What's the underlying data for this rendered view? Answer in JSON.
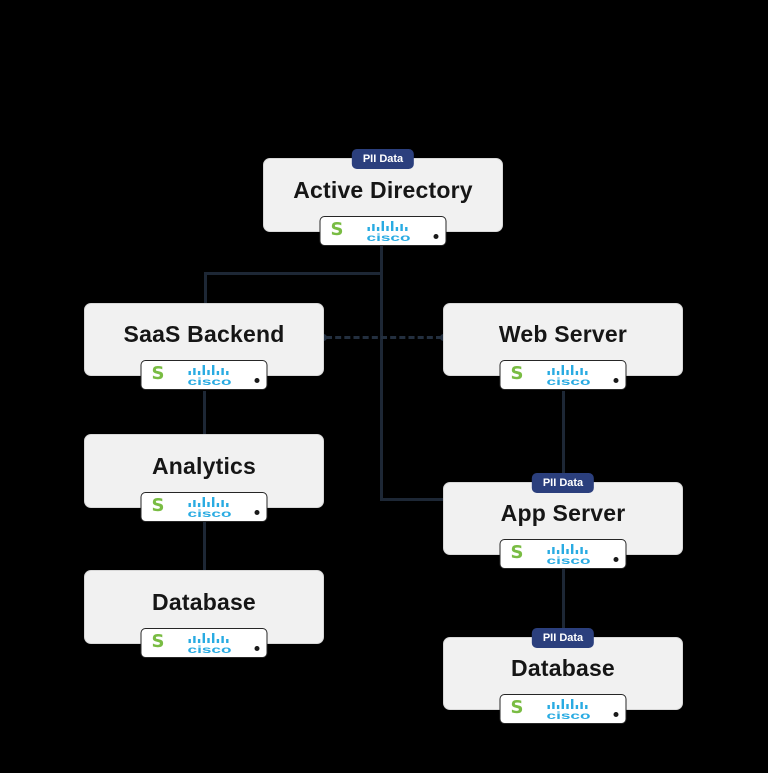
{
  "diagram": {
    "type": "architecture-topology",
    "badge_label": "PII Data",
    "pill": {
      "splunk_glyph": "S",
      "cisco_label": "cisco"
    },
    "colors": {
      "background": "#000000",
      "node_fill": "#f1f1f1",
      "node_border": "#d8d8d8",
      "title_text": "#161616",
      "pii_badge": "#2b3f7d",
      "pii_badge_text": "#ffffff",
      "connector_line": "#1d2735",
      "splunk_green": "#79bc43",
      "cisco_blue": "#29abe2"
    },
    "nodes": [
      {
        "id": "active-directory",
        "label": "Active Directory",
        "badge": "PII Data"
      },
      {
        "id": "saas-backend",
        "label": "SaaS Backend"
      },
      {
        "id": "web-server",
        "label": "Web Server"
      },
      {
        "id": "analytics",
        "label": "Analytics"
      },
      {
        "id": "app-server",
        "label": "App Server",
        "badge": "PII Data"
      },
      {
        "id": "database-left",
        "label": "Database"
      },
      {
        "id": "database-right",
        "label": "Database",
        "badge": "PII Data"
      }
    ],
    "connections": [
      {
        "from": "active-directory",
        "to": "saas-backend",
        "style": "solid"
      },
      {
        "from": "active-directory",
        "to": "app-server",
        "style": "solid"
      },
      {
        "from": "saas-backend",
        "to": "web-server",
        "style": "dashed"
      },
      {
        "from": "saas-backend",
        "to": "analytics",
        "style": "solid"
      },
      {
        "from": "analytics",
        "to": "database-left",
        "style": "solid"
      },
      {
        "from": "web-server",
        "to": "app-server",
        "style": "solid"
      },
      {
        "from": "app-server",
        "to": "database-right",
        "style": "solid"
      }
    ]
  }
}
